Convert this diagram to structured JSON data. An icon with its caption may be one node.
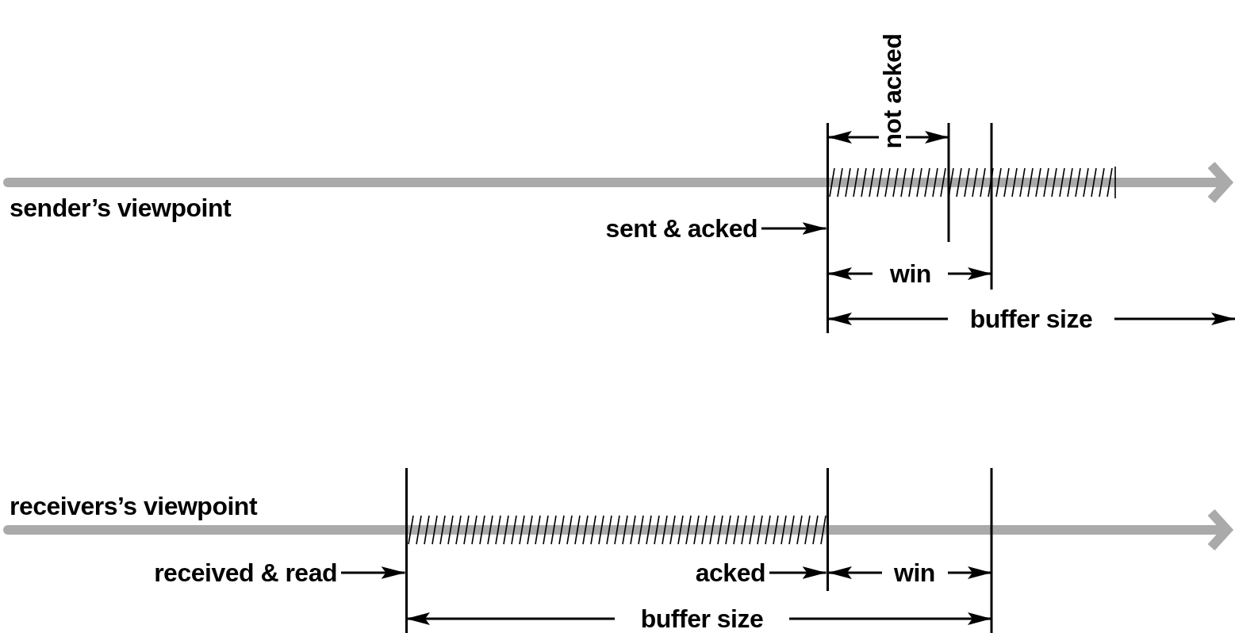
{
  "diagram": {
    "nodes": [
      {
        "text": [
          "sent & acked"
        ]
      },
      {
        "text": [],
        "shape": "bar"
      },
      {
        "text": [
          "received & read"
        ]
      },
      {
        "text": [],
        "shape": "bar"
      },
      {
        "text": [
          "acked"
        ]
      },
      {
        "text": [],
        "shape": "bar"
      }
    ],
    "edges": [
      {
        "from": 0,
        "to": 1,
        "arrow": "to"
      },
      {
        "from": 2,
        "to": 3,
        "arrow": "to"
      },
      {
        "from": 4,
        "to": 5,
        "arrow": "to"
      }
    ],
    "labels": [
      "not acked",
      "sender’s viewpoint",
      "win",
      "buffer size",
      "receivers’s viewpoint",
      "win",
      "buffer size"
    ]
  }
}
